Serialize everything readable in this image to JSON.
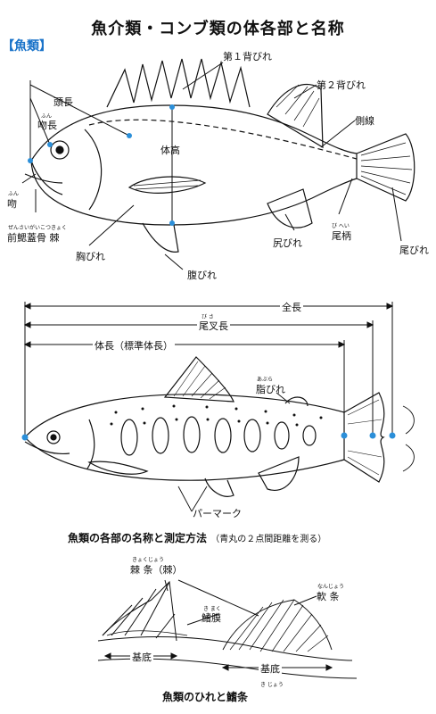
{
  "page_title": "魚介類・コンブ類の体各部と名称",
  "section_label": "【魚類】",
  "fig1": {
    "labels": {
      "dorsal1": "第１背びれ",
      "dorsal2": "第２背びれ",
      "head_length": "頭長",
      "snout_length": "吻長",
      "snout_ruby": "ふん",
      "body_height": "体高",
      "lateral_line": "側線",
      "mouth": "吻",
      "mouth_ruby": "ふん",
      "preopercle": "前鰓蓋骨 棘",
      "preopercle_ruby": "ぜんさいがいこつきょく",
      "pectoral": "胸びれ",
      "pelvic": "腹びれ",
      "anal": "尻びれ",
      "caudal_peduncle": "尾柄",
      "caudal_peduncle_ruby": "び へい",
      "caudal": "尾びれ"
    }
  },
  "fig2": {
    "labels": {
      "total_length": "全長",
      "fork_length": "尾叉長",
      "fork_ruby": "び さ",
      "standard_length": "体長（標準体長）",
      "adipose": "脂びれ",
      "adipose_ruby": "あぶら",
      "parr_mark": "パーマーク"
    },
    "caption": "魚類の各部の名称と測定方法",
    "caption_note": "（青丸の２点間距離を測る）"
  },
  "fig3": {
    "labels": {
      "spine_ray": "棘 条（棘）",
      "spine_ray_ruby": "きょくじょう",
      "soft_ray": "軟 条",
      "soft_ray_ruby": "なんじょう",
      "membrane": "鰭膜",
      "membrane_ruby": "き まく",
      "base1": "基底",
      "base2": "基底"
    },
    "caption": "魚類のひれと鰭条",
    "caption_ruby": "き じょう"
  },
  "colors": {
    "accent": "#1a73c9",
    "measure_point": "#2b8fd9"
  }
}
